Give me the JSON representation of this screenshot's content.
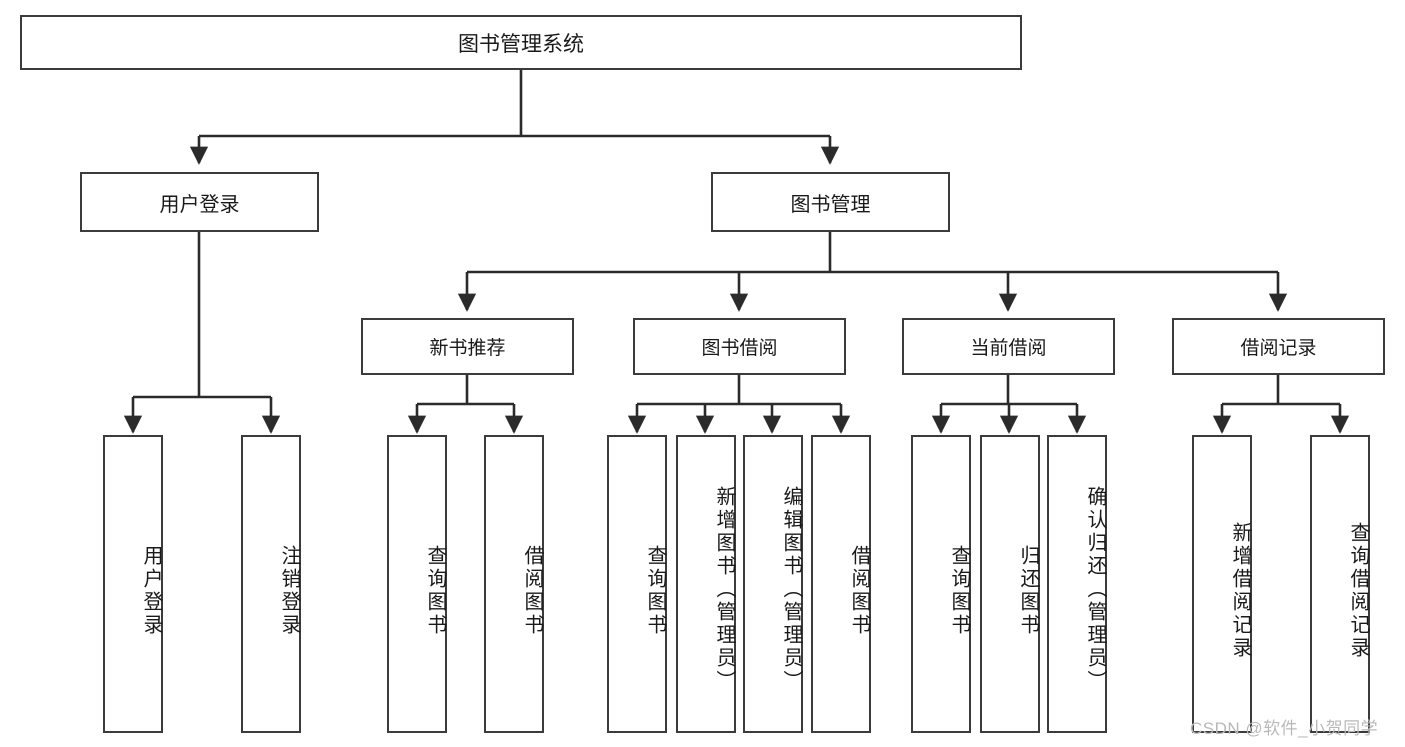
{
  "diagram": {
    "title": "图书管理系统",
    "type": "tree",
    "watermark": "CSDN @软件_小贺同学",
    "colors": {
      "border": "#3b3b3b",
      "node_fill": "#ffffff",
      "connector": "#2b2b2b",
      "background": "#ffffff",
      "watermark": "#b9b9b9"
    },
    "root": {
      "id": "root",
      "label": "图书管理系统"
    },
    "level2": [
      {
        "id": "user-login",
        "label": "用户登录"
      },
      {
        "id": "book-manage",
        "label": "图书管理"
      }
    ],
    "level3": [
      {
        "id": "new-book-rec",
        "label": "新书推荐",
        "parent": "book-manage"
      },
      {
        "id": "book-borrow",
        "label": "图书借阅",
        "parent": "book-manage"
      },
      {
        "id": "current-borrow",
        "label": "当前借阅",
        "parent": "book-manage"
      },
      {
        "id": "borrow-record",
        "label": "借阅记录",
        "parent": "book-manage"
      }
    ],
    "leaves": [
      {
        "id": "leaf-user-login",
        "label": "用户登录",
        "parent": "user-login"
      },
      {
        "id": "leaf-logout",
        "label": "注销登录",
        "parent": "user-login"
      },
      {
        "id": "leaf-query-book-1",
        "label": "查询图书",
        "parent": "new-book-rec"
      },
      {
        "id": "leaf-borrow-book-1",
        "label": "借阅图书",
        "parent": "new-book-rec"
      },
      {
        "id": "leaf-query-book-2",
        "label": "查询图书",
        "parent": "book-borrow"
      },
      {
        "id": "leaf-add-book",
        "label": "新增图书（管理员）",
        "parent": "book-borrow"
      },
      {
        "id": "leaf-edit-book",
        "label": "编辑图书（管理员）",
        "parent": "book-borrow"
      },
      {
        "id": "leaf-borrow-book-2",
        "label": "借阅图书",
        "parent": "book-borrow"
      },
      {
        "id": "leaf-query-book-3",
        "label": "查询图书",
        "parent": "current-borrow"
      },
      {
        "id": "leaf-return-book",
        "label": "归还图书",
        "parent": "current-borrow"
      },
      {
        "id": "leaf-confirm-return",
        "label": "确认归还（管理员）",
        "parent": "current-borrow"
      },
      {
        "id": "leaf-add-record",
        "label": "新增借阅记录",
        "parent": "borrow-record"
      },
      {
        "id": "leaf-query-record",
        "label": "查询借阅记录",
        "parent": "borrow-record"
      }
    ]
  }
}
